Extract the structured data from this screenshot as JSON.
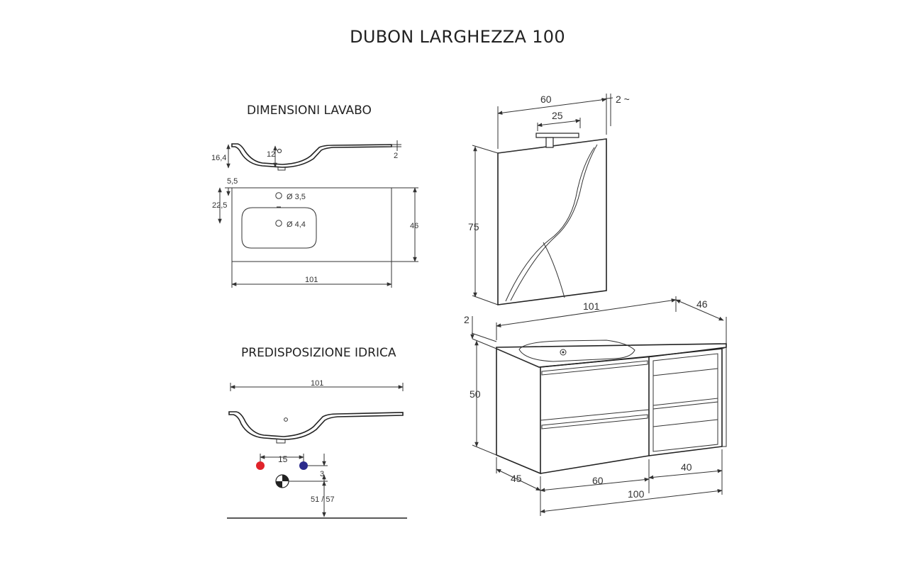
{
  "title": "DUBON LARGHEZZA 100",
  "sections": {
    "basin_dimensions": "DIMENSIONI LAVABO",
    "plumbing": "PREDISPOSIZIONE IDRICA"
  },
  "basin_profile": {
    "height": "16,4",
    "depth": "12",
    "edge": "2"
  },
  "basin_top": {
    "hole_offset": "5,5",
    "bowl_offset": "22,5",
    "depth": "46",
    "width": "101",
    "hole_small": "Ø 3,5",
    "hole_large": "Ø 4,4"
  },
  "plumbing_view": {
    "width": "101",
    "spacing": "15",
    "gap": "3",
    "height": "51 / 57"
  },
  "mirror": {
    "width": "60",
    "lamp": "25",
    "thickness": "2 ~",
    "height": "75"
  },
  "cabinet": {
    "top_thickness": "2",
    "width_top": "101",
    "depth_top": "46",
    "height": "50",
    "depth": "45",
    "drawer_width": "60",
    "shelf_width": "40",
    "total_width": "100"
  },
  "colors": {
    "hot": "#e0232a",
    "cold": "#2b2b8c",
    "line": "#333333"
  }
}
